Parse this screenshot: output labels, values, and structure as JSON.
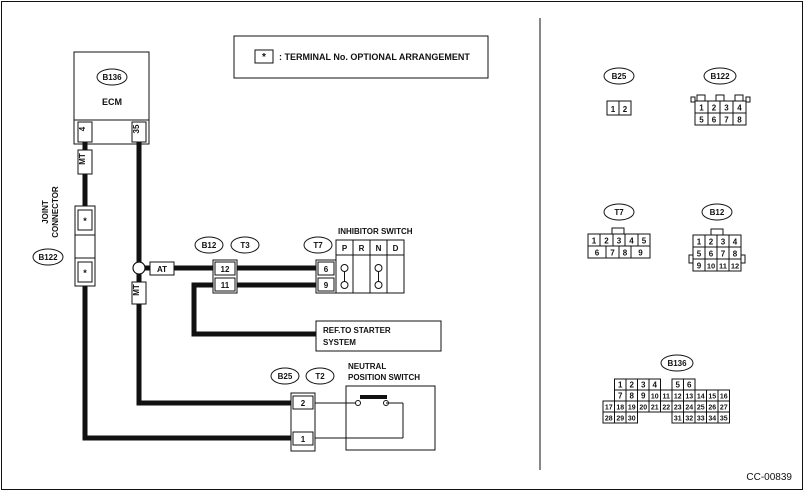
{
  "legend": {
    "symbol": "*",
    "text": ": TERMINAL No. OPTIONAL ARRANGEMENT"
  },
  "ecm": {
    "id": "B136",
    "name": "ECM",
    "pin_a": "4",
    "pin_b": "35"
  },
  "joint_connector": {
    "line1": "JOINT",
    "line2": "CONNECTOR",
    "id": "B122",
    "pin": "*"
  },
  "wire_tags": {
    "mt_upper": "MT",
    "mt_lower": "MT",
    "at": "AT"
  },
  "b12_t3": {
    "id1": "B12",
    "id2": "T3",
    "pin_top": "12",
    "pin_bottom": "11"
  },
  "inhibitor": {
    "id": "T7",
    "title": "INHIBITOR SWITCH",
    "positions": [
      "P",
      "R",
      "N",
      "D"
    ],
    "pin_top": "6",
    "pin_bottom": "9"
  },
  "starter_ref": {
    "line1": "REF.TO STARTER",
    "line2": "SYSTEM"
  },
  "neutral": {
    "id1": "B25",
    "id2": "T2",
    "title1": "NEUTRAL",
    "title2": "POSITION SWITCH",
    "pin_top": "2",
    "pin_bottom": "1"
  },
  "connectors": {
    "b25": {
      "id": "B25",
      "pins": [
        "1",
        "2"
      ]
    },
    "b122": {
      "id": "B122",
      "row1": [
        "1",
        "2",
        "3",
        "4"
      ],
      "row2": [
        "5",
        "6",
        "7",
        "8"
      ]
    },
    "t7": {
      "id": "T7",
      "row1": [
        "1",
        "2",
        "3",
        "4",
        "5"
      ],
      "row2": [
        "6",
        "7",
        "8",
        "9"
      ]
    },
    "b12": {
      "id": "B12",
      "row1": [
        "1",
        "2",
        "3",
        "4"
      ],
      "row2": [
        "5",
        "6",
        "7",
        "8"
      ],
      "row3": [
        "9",
        "10",
        "11",
        "12"
      ]
    },
    "b136": {
      "id": "B136",
      "rows": [
        [
          "1",
          "2",
          "3",
          "4",
          "",
          "5",
          "6"
        ],
        [
          "7",
          "8",
          "9",
          "10",
          "11",
          "12",
          "13",
          "14",
          "15",
          "16"
        ],
        [
          "17",
          "18",
          "19",
          "20",
          "21",
          "22",
          "23",
          "24",
          "25",
          "26",
          "27"
        ],
        [
          "28",
          "29",
          "30",
          "31",
          "32",
          "33",
          "34",
          "35"
        ]
      ]
    }
  },
  "figure_code": "CC-00839"
}
